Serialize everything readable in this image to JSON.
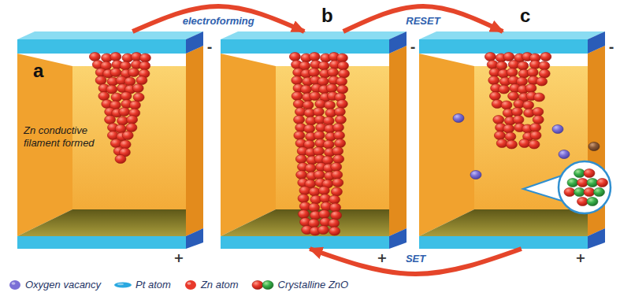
{
  "diagram": {
    "nodes": [
      {
        "text": [
          "a",
          "Zn conductive filament formed"
        ]
      },
      {
        "text": [
          "b"
        ]
      },
      {
        "text": [
          "c"
        ]
      }
    ],
    "edges": [
      {
        "from": 0,
        "to": 1,
        "arrow": "to",
        "label": "electroforming"
      },
      {
        "from": 1,
        "to": 2,
        "arrow": "to",
        "label": "RESET"
      },
      {
        "from": 2,
        "to": 1,
        "arrow": "to",
        "label": "SET"
      }
    ],
    "labels": [
      "-",
      "-",
      "-",
      "+",
      "+",
      "+"
    ],
    "legend": [
      {
        "text": "Oxygen vacancy",
        "color": "#7b6fd6"
      },
      {
        "text": "Pt atom",
        "color": "#2aa8e0"
      },
      {
        "text": "Zn atom",
        "color": "#e8392b"
      },
      {
        "text": "Crystalline ZnO"
      }
    ]
  }
}
